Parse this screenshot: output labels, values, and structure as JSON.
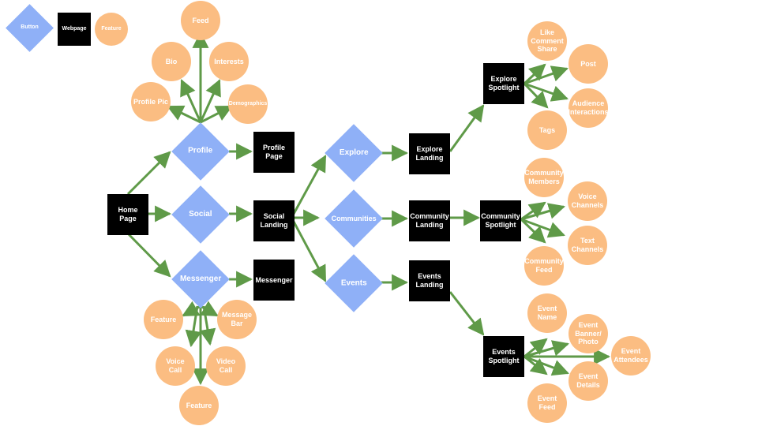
{
  "legend": {
    "button": "Button",
    "webpage": "Webpage",
    "feature": "Feature"
  },
  "nodes": {
    "home_page": "Home Page",
    "profile": "Profile",
    "social": "Social",
    "messenger": "Messenger",
    "profile_page": "Profile Page",
    "social_landing": "Social\nLanding",
    "messenger_page": "Messenger",
    "feed": "Feed",
    "bio": "Bio",
    "interests": "Interests",
    "profile_pic": "Profile Pic",
    "demographics": "Demographics",
    "feature_left": "Feature",
    "message_bar": "Message\nBar",
    "voice_call": "Voice\nCall",
    "video_call": "Video\nCall",
    "feature_bottom": "Feature",
    "explore": "Explore",
    "communities": "Communities",
    "events": "Events",
    "explore_landing": "Explore\nLanding",
    "community_landing": "Community\nLanding",
    "events_landing": "Events\nLanding",
    "explore_spotlight": "Explore\nSpotlight",
    "community_spotlight": "Community\nSpotlight",
    "events_spotlight": "Events\nSpotlight",
    "like_comment_share": "Like\nComment\nShare",
    "post": "Post",
    "audience_interactions": "Audience\nInteractions",
    "tags": "Tags",
    "community_members": "Community\nMembers",
    "voice_channels": "Voice\nChannels",
    "text_channels": "Text\nChannels",
    "community_feed": "Community\nFeed",
    "event_name": "Event\nName",
    "event_banner_photo": "Event\nBanner/\nPhoto",
    "event_attendees": "Event\nAttendees",
    "event_details": "Event\nDetails",
    "event_feed": "Event\nFeed"
  },
  "colors": {
    "button": "#8fb0f7",
    "webpage": "#000000",
    "feature": "#fbbd82",
    "arrow": "#5f9a48"
  }
}
